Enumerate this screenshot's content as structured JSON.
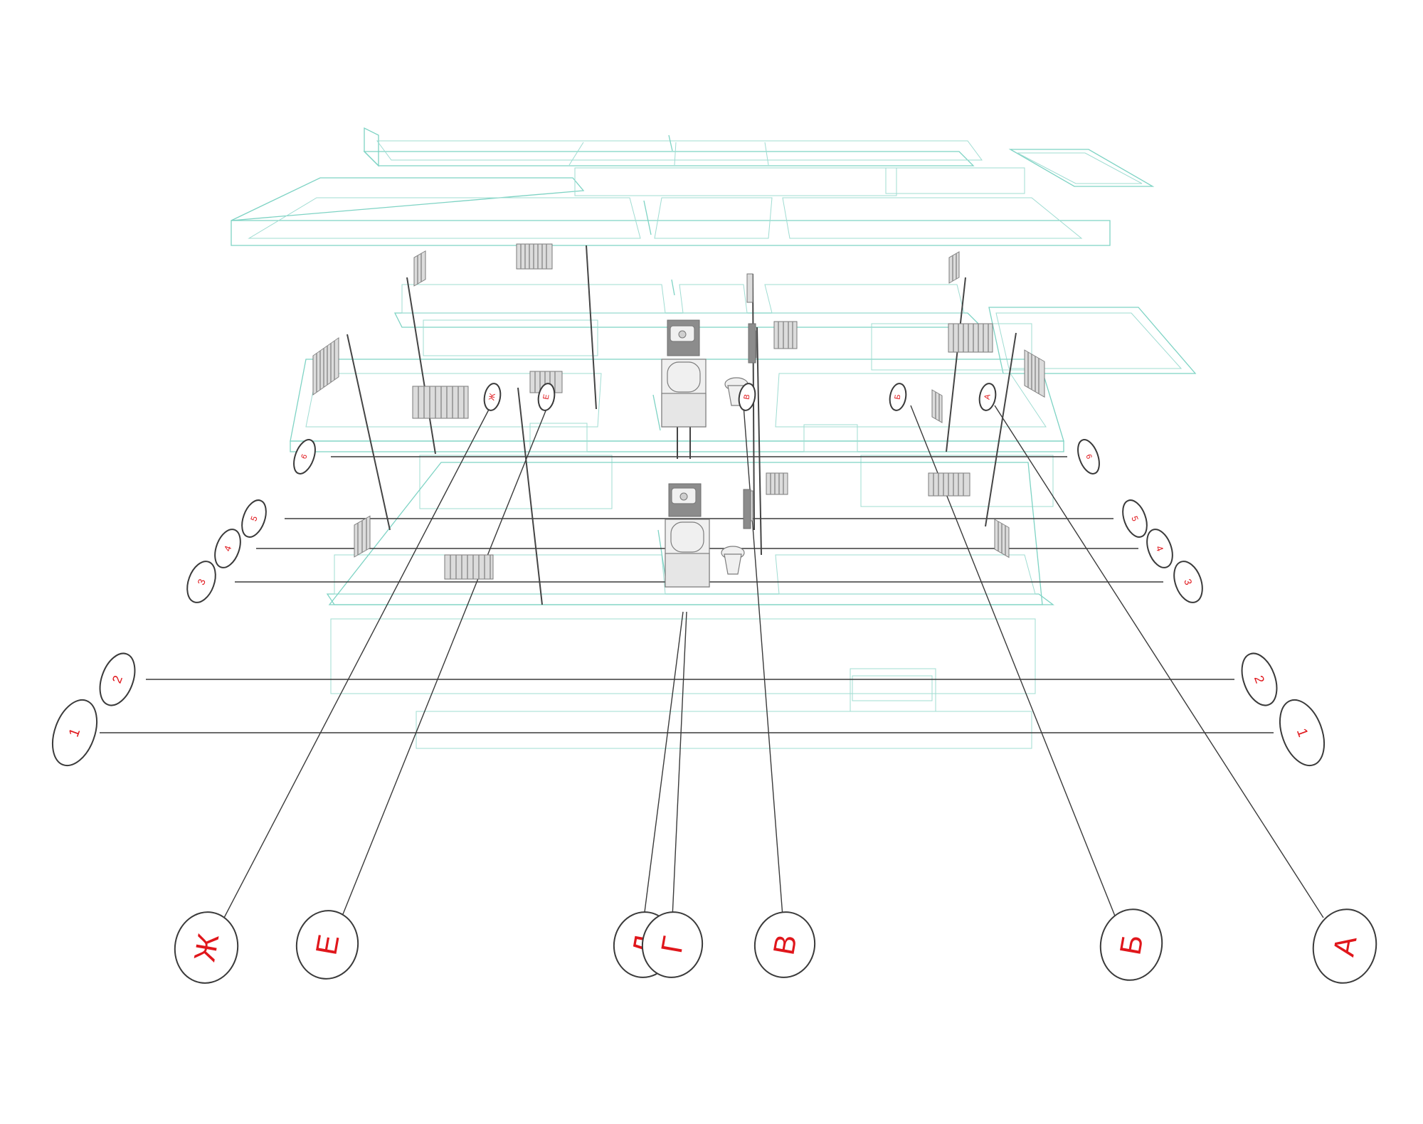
{
  "colors": {
    "axis_label": "#e0161b",
    "axis_line": "#3a3a3a",
    "floor_wireframe": "#7ed3c4",
    "equipment": "#dcdcdc"
  },
  "axes": {
    "letters": [
      "Ж",
      "Е",
      "Д",
      "Г",
      "В",
      "Б",
      "А"
    ],
    "numbers": [
      "1",
      "2",
      "3",
      "4",
      "5",
      "6"
    ]
  },
  "equipment_icons": [
    "radiator-icon",
    "bathtub-icon",
    "washbasin-icon",
    "toilet-icon"
  ]
}
